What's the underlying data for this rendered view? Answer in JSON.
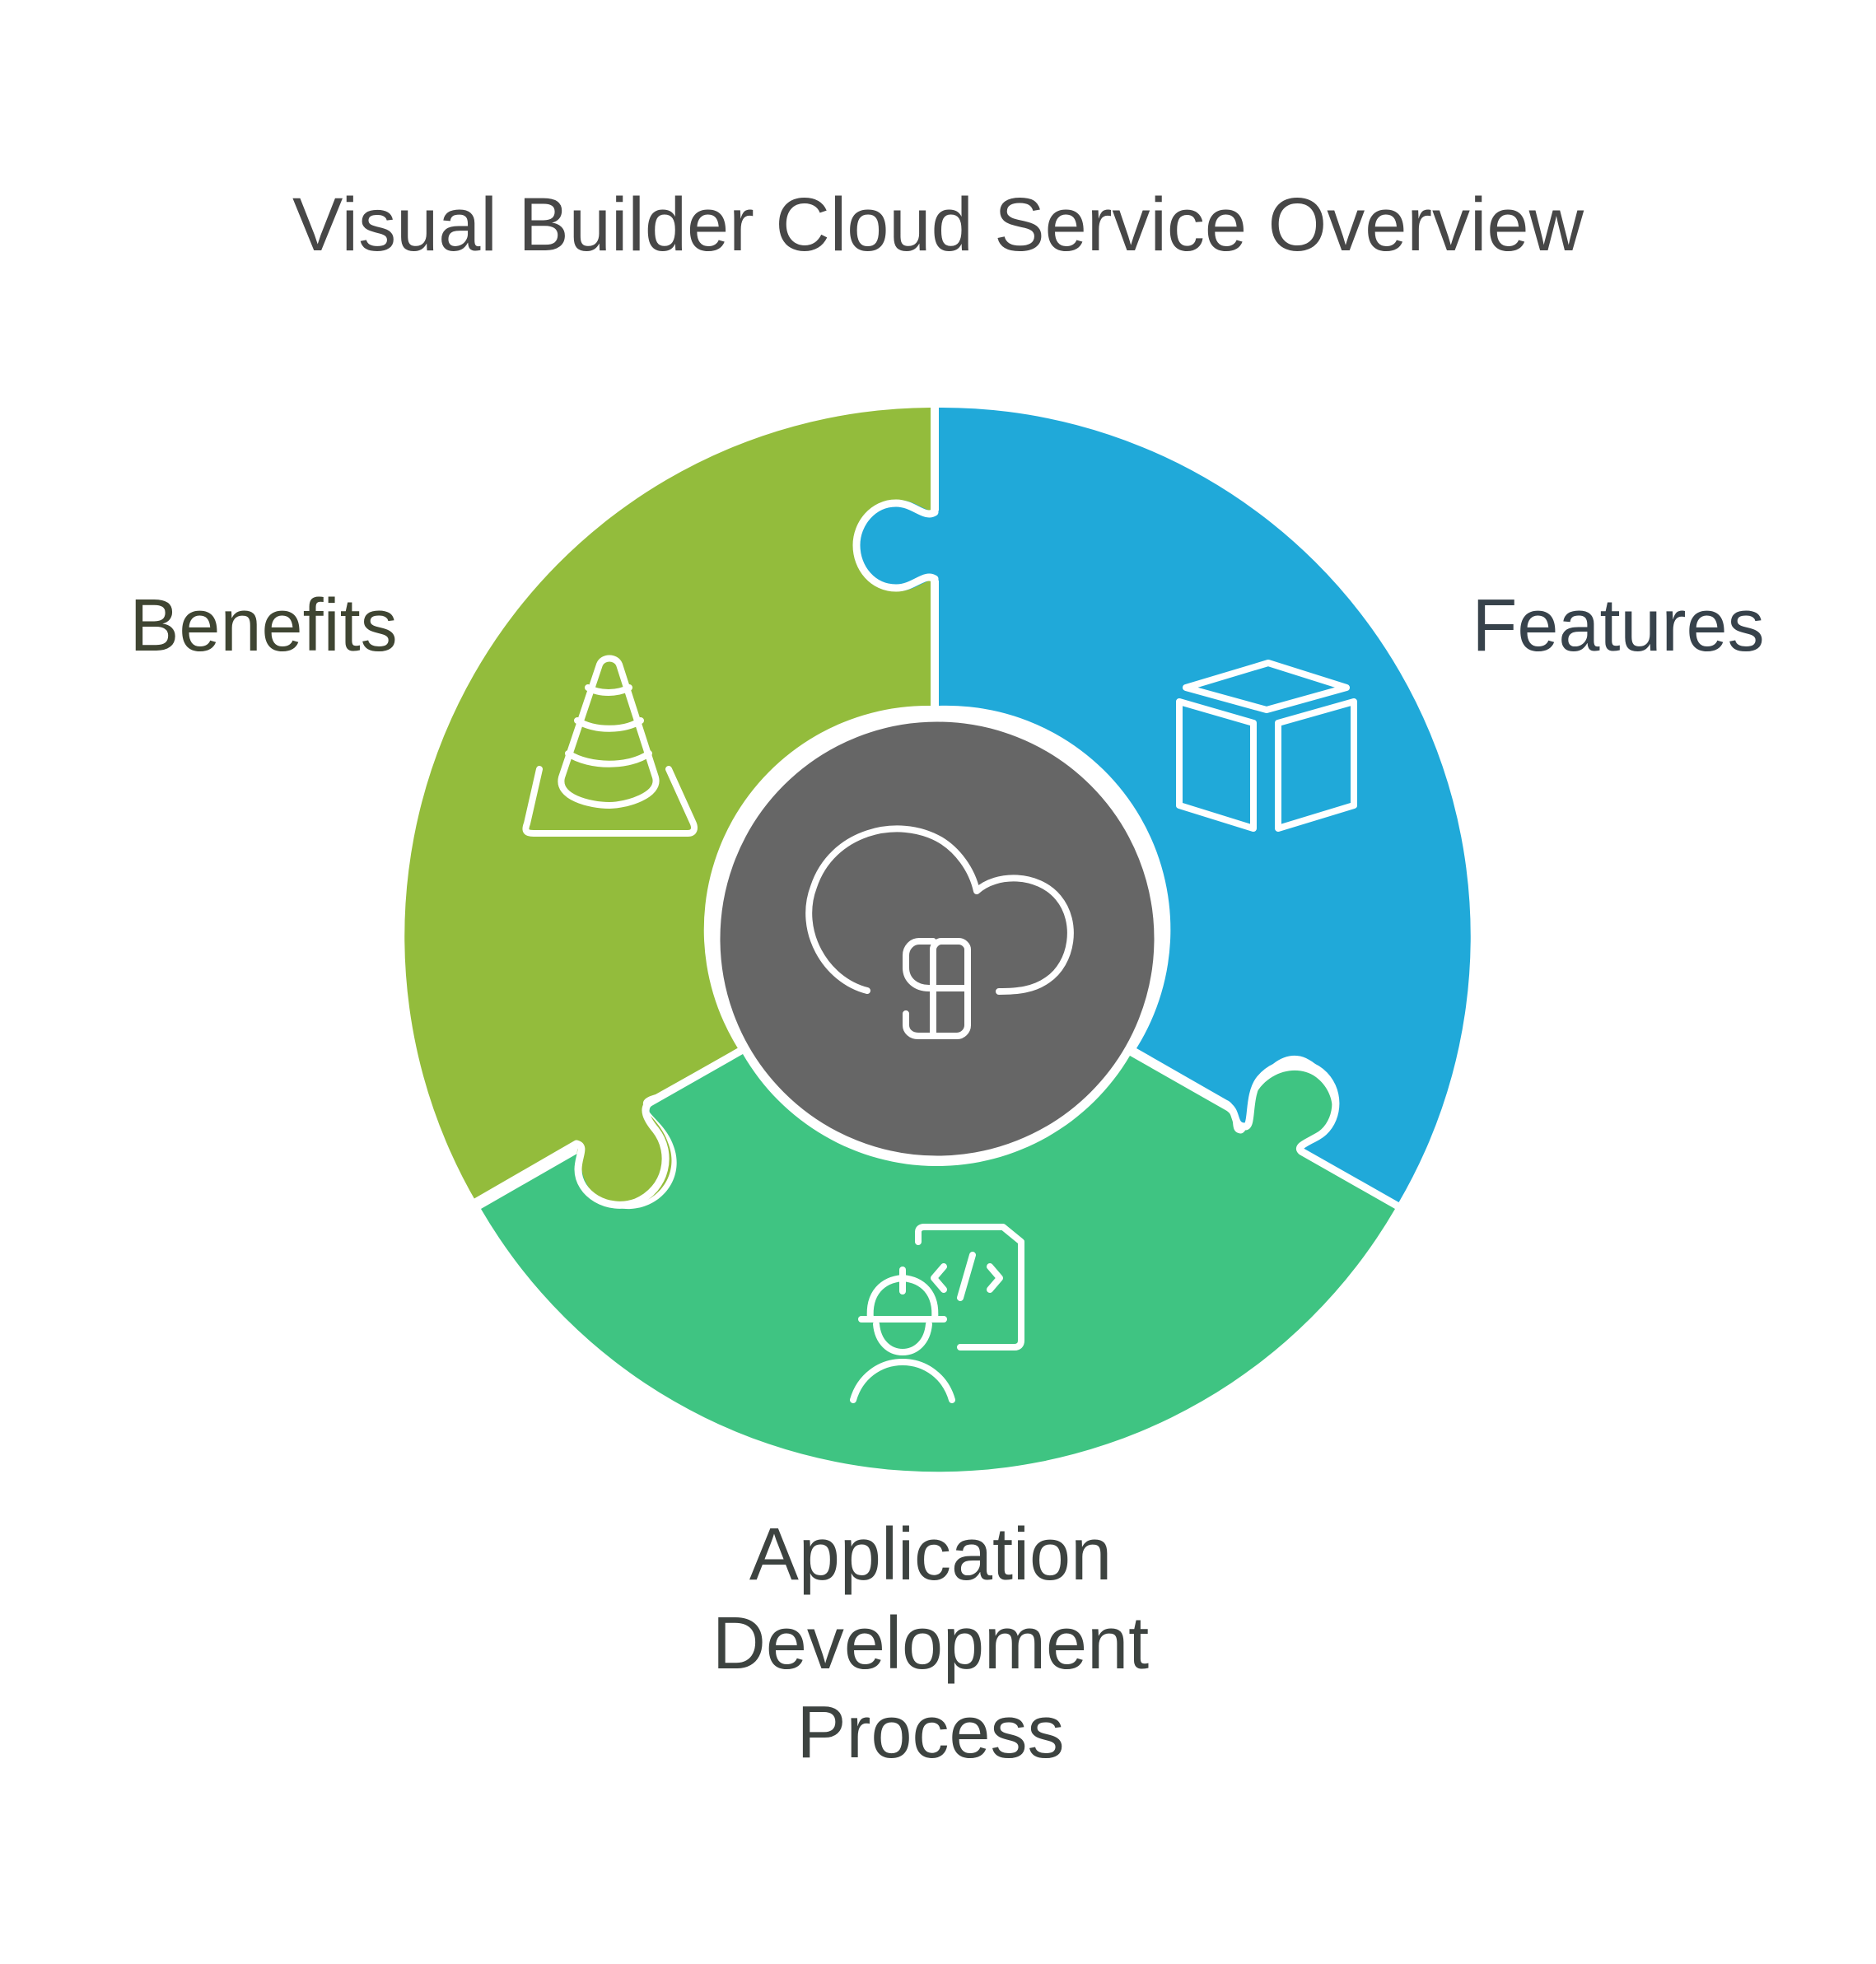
{
  "title": "Visual Builder Cloud Service Overview",
  "segments": [
    {
      "id": "benefits",
      "label": "Benefits",
      "color": "#93bc3c",
      "icon": "traffic-cone-icon"
    },
    {
      "id": "features",
      "label": "Features",
      "color": "#20a9d9",
      "icon": "box-icon"
    },
    {
      "id": "process",
      "label_lines": [
        "Application",
        "Development",
        "Process"
      ],
      "color": "#3fc482",
      "icon": "developer-code-icon"
    }
  ],
  "center": {
    "color": "#666666",
    "icon": "cloud-service-icon"
  }
}
